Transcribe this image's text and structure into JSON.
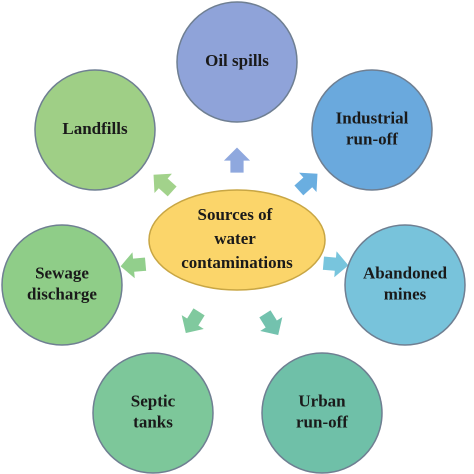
{
  "center": {
    "lines": [
      "Sources of",
      "water",
      "contaminations"
    ]
  },
  "nodes": [
    {
      "id": "oil-spills",
      "lines": [
        "Oil spills"
      ],
      "color": "#8fa3d9"
    },
    {
      "id": "industrial-run-off",
      "lines": [
        "Industrial",
        "run-off"
      ],
      "color": "#6aa9dd"
    },
    {
      "id": "abandoned-mines",
      "lines": [
        "Abandoned",
        "mines"
      ],
      "color": "#78c3db"
    },
    {
      "id": "urban-run-off",
      "lines": [
        "Urban",
        "run-off"
      ],
      "color": "#6fc0a8"
    },
    {
      "id": "septic-tanks",
      "lines": [
        "Septic",
        "tanks"
      ],
      "color": "#7dc79a"
    },
    {
      "id": "sewage-discharge",
      "lines": [
        "Sewage",
        "discharge"
      ],
      "color": "#8fcd88"
    },
    {
      "id": "landfills",
      "lines": [
        "Landfills"
      ],
      "color": "#9fcf86"
    }
  ],
  "colors": {
    "center_fill": "#fbd56a",
    "center_stroke": "#c8a644",
    "circle_stroke": "#6f7f92"
  },
  "arrow_colors": [
    "#8fa8de",
    "#6aaee0",
    "#78c5dd",
    "#73c2ae",
    "#80c99e",
    "#92cf8c",
    "#a2d28b"
  ]
}
